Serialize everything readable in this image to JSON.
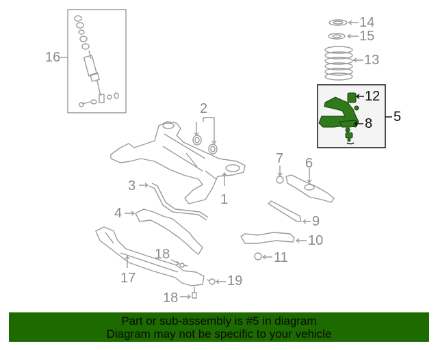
{
  "diagram": {
    "highlighted_part": "5",
    "callouts": [
      {
        "id": "1",
        "label": "1"
      },
      {
        "id": "2",
        "label": "2"
      },
      {
        "id": "3",
        "label": "3"
      },
      {
        "id": "4",
        "label": "4"
      },
      {
        "id": "5",
        "label": "5"
      },
      {
        "id": "6",
        "label": "6"
      },
      {
        "id": "7",
        "label": "7"
      },
      {
        "id": "8",
        "label": "8"
      },
      {
        "id": "9",
        "label": "9"
      },
      {
        "id": "10",
        "label": "10"
      },
      {
        "id": "11",
        "label": "11"
      },
      {
        "id": "12",
        "label": "12"
      },
      {
        "id": "13",
        "label": "13"
      },
      {
        "id": "14",
        "label": "14"
      },
      {
        "id": "15",
        "label": "15"
      },
      {
        "id": "16",
        "label": "16"
      },
      {
        "id": "17",
        "label": "17"
      },
      {
        "id": "18a",
        "label": "18"
      },
      {
        "id": "18b",
        "label": "18"
      },
      {
        "id": "19",
        "label": "19"
      }
    ],
    "colors": {
      "line": "#9a9a9a",
      "highlight_part": "#2f7a1a",
      "highlight_box_bg": "#f4f4f4",
      "highlight_box_border": "#111111"
    }
  },
  "banner": {
    "line1": "Part or sub-assembly is #5 in diagram",
    "line2": "Diagram may not be specific to your vehicle",
    "background": "#1d6a00"
  }
}
